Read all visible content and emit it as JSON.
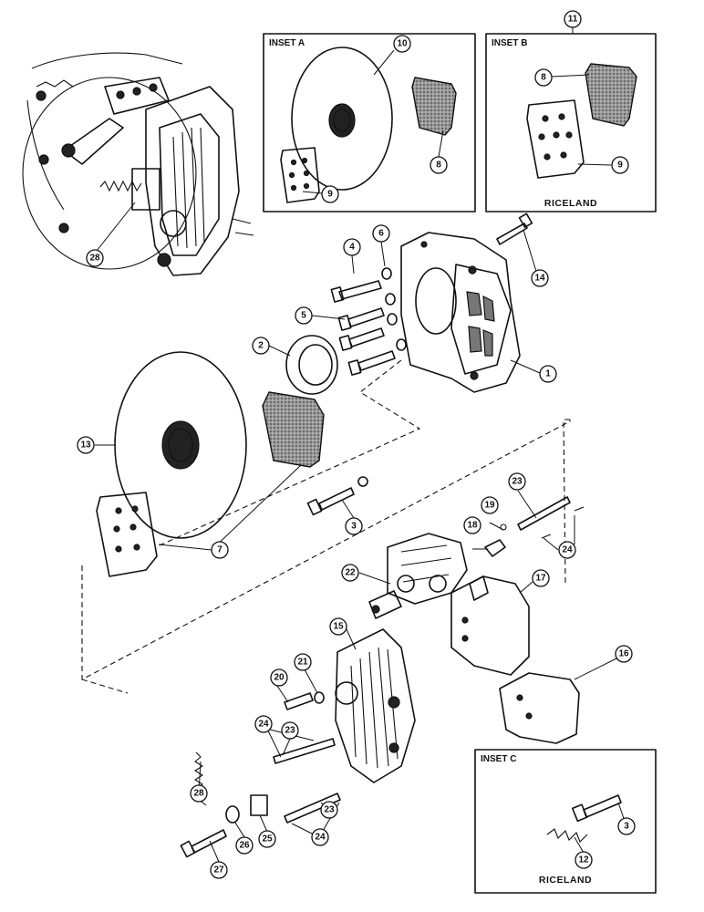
{
  "insets": {
    "a": {
      "title": "INSET A",
      "footer": ""
    },
    "b": {
      "title": "INSET B",
      "footer": "RICELAND"
    },
    "c": {
      "title": "INSET C",
      "footer": "RICELAND"
    }
  },
  "callouts": {
    "c1": "1",
    "c2": "2",
    "c3": "3",
    "c3c": "3",
    "c4": "4",
    "c5": "5",
    "c6": "6",
    "c7": "7",
    "c8a": "8",
    "c8b": "8",
    "c9a": "9",
    "c9b": "9",
    "c10": "10",
    "c11": "11",
    "c12": "12",
    "c13": "13",
    "c14": "14",
    "c15": "15",
    "c16": "16",
    "c17": "17",
    "c18": "18",
    "c19": "19",
    "c20": "20",
    "c21": "21",
    "c22": "22",
    "c23a": "23",
    "c23b": "23",
    "c23c": "23",
    "c24a": "24",
    "c24b": "24",
    "c24c": "24",
    "c25": "25",
    "c26": "26",
    "c27": "27",
    "c28a": "28",
    "c28b": "28"
  }
}
